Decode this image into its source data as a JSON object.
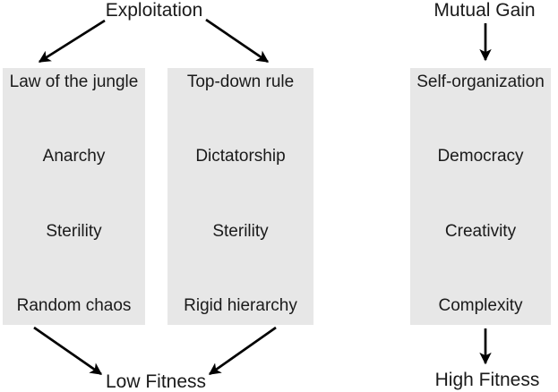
{
  "diagram": {
    "top_labels": {
      "exploitation": "Exploitation",
      "mutual_gain": "Mutual Gain"
    },
    "columns": [
      {
        "id": "law-of-the-jungle",
        "items": [
          "Law of the jungle",
          "Anarchy",
          "Sterility",
          "Random chaos"
        ]
      },
      {
        "id": "top-down-rule",
        "items": [
          "Top-down rule",
          "Dictatorship",
          "Sterility",
          "Rigid hierarchy"
        ]
      },
      {
        "id": "self-organization",
        "items": [
          "Self-organization",
          "Democracy",
          "Creativity",
          "Complexity"
        ]
      }
    ],
    "bottom_labels": {
      "low_fitness": "Low Fitness",
      "high_fitness": "High Fitness"
    }
  },
  "colors": {
    "background": "#ffffff",
    "box_fill": "#e7e7e7",
    "text": "#1a1a1a",
    "arrow": "#000000"
  }
}
